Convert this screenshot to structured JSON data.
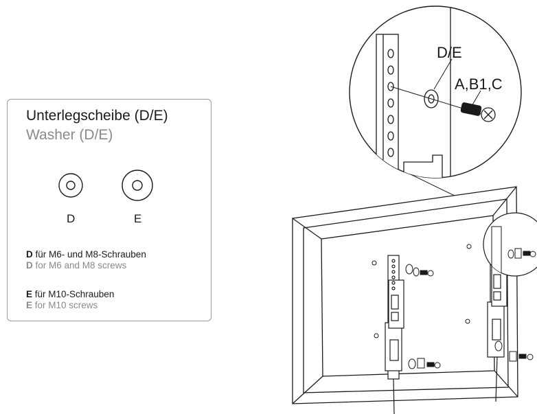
{
  "legend": {
    "title_de": "Unterlegscheibe (D/E)",
    "title_en": "Washer (D/E)",
    "washer_d_label": "D",
    "washer_e_label": "E",
    "note_d": {
      "letter": "D",
      "de_text": " für M6- und M8-Schrauben",
      "en_text": " for M6 and M8 screws"
    },
    "note_e": {
      "letter": "E",
      "de_text": " für M10-Schrauben",
      "en_text": " for M10 screws"
    }
  },
  "callout": {
    "washer_label": "D/E",
    "screw_label": "A,B1,C"
  }
}
